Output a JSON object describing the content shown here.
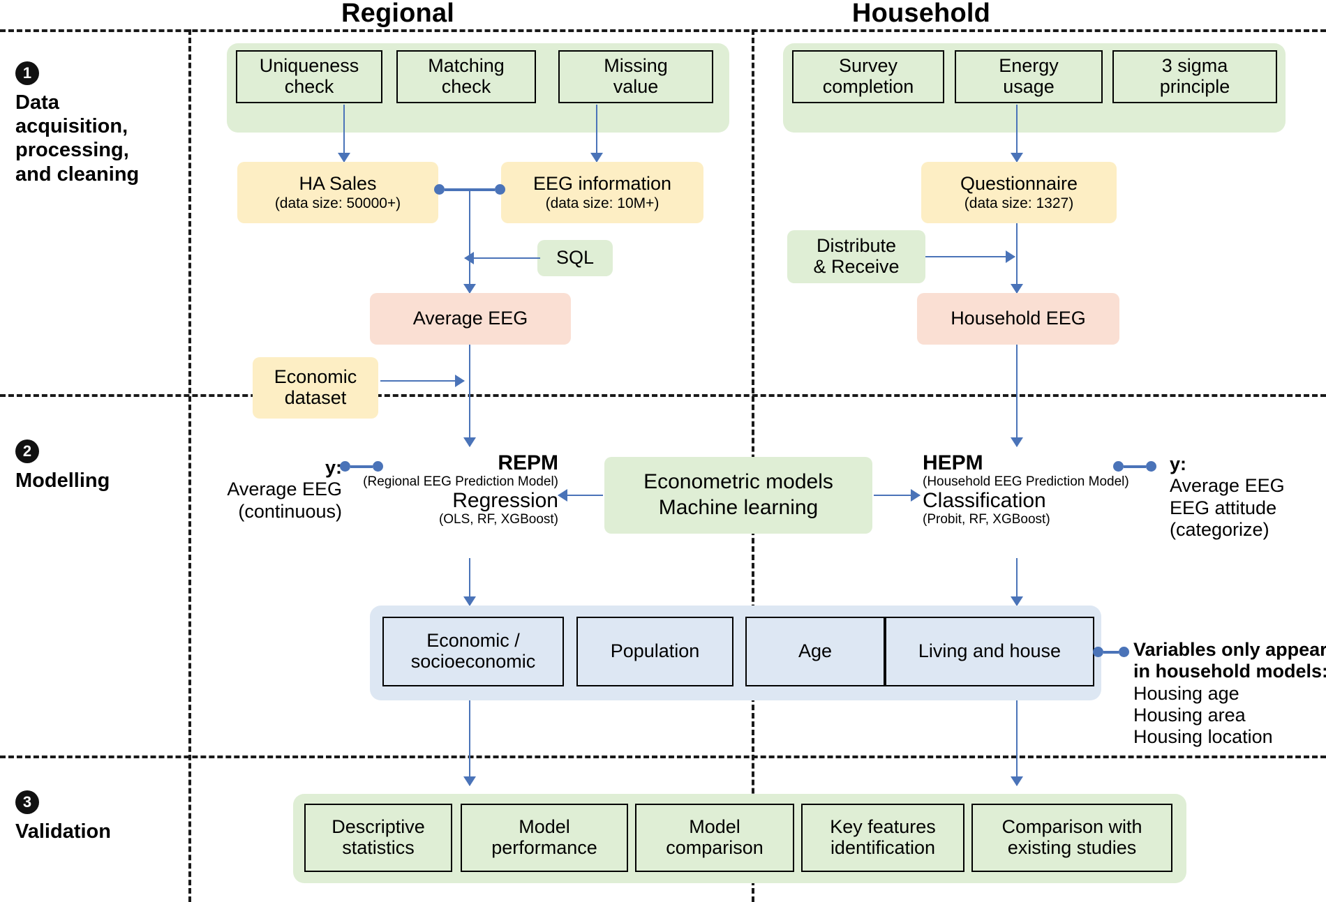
{
  "columns": {
    "regional": "Regional",
    "household": "Household"
  },
  "stages": [
    {
      "number": "1",
      "title": "Data\nacquisition,\nprocessing,\nand cleaning"
    },
    {
      "number": "2",
      "title": "Modelling"
    },
    {
      "number": "3",
      "title": "Validation"
    }
  ],
  "stage1": {
    "regional_checks": [
      "Uniqueness\ncheck",
      "Matching\ncheck",
      "Missing\nvalue"
    ],
    "household_checks": [
      "Survey\ncompletion",
      "Energy\nusage",
      "3 sigma\nprinciple"
    ],
    "ha_sales": {
      "title": "HA Sales",
      "sub": "(data size: 50000+)"
    },
    "eeg_information": {
      "title": "EEG information",
      "sub": "(data size: 10M+)"
    },
    "sql": "SQL",
    "average_eeg": "Average EEG",
    "questionnaire": {
      "title": "Questionnaire",
      "sub": "(data size: 1327)"
    },
    "distribute_receive": "Distribute\n& Receive",
    "household_eeg": "Household EEG",
    "economic_dataset": "Economic\ndataset"
  },
  "stage2": {
    "repm": {
      "name": "REPM",
      "paren": "(Regional EEG Prediction Model)",
      "type": "Regression",
      "algos": "(OLS, RF, XGBoost)"
    },
    "hepm": {
      "name": "HEPM",
      "paren": "(Household EEG Prediction Model)",
      "type": "Classification",
      "algos": "(Probit, RF, XGBoost)"
    },
    "methods_box": "Econometric models\nMachine learning",
    "y_left": {
      "label": "y:",
      "lines": [
        "Average EEG",
        "(continuous)"
      ]
    },
    "y_right": {
      "label": "y:",
      "lines": [
        "Average EEG",
        "EEG attitude",
        "(categorize)"
      ]
    },
    "variables": [
      "Economic /\nsocioeconomic",
      "Population",
      "Age",
      "Living and house"
    ],
    "household_only_note": {
      "heading": "Variables only appear\nin household models:",
      "items": [
        "Housing age",
        "Housing area",
        "Housing location"
      ]
    }
  },
  "stage3": {
    "items": [
      "Descriptive\nstatistics",
      "Model\nperformance",
      "Model\ncomparison",
      "Key features\nidentification",
      "Comparison with\nexisting studies"
    ]
  },
  "colors": {
    "green_panel": "#dfeed5",
    "blue_panel": "#dde7f3",
    "yellow_box": "#fdeec4",
    "pink_box": "#fadfd3",
    "arrow": "#4a73b8",
    "outline": "#000000"
  }
}
